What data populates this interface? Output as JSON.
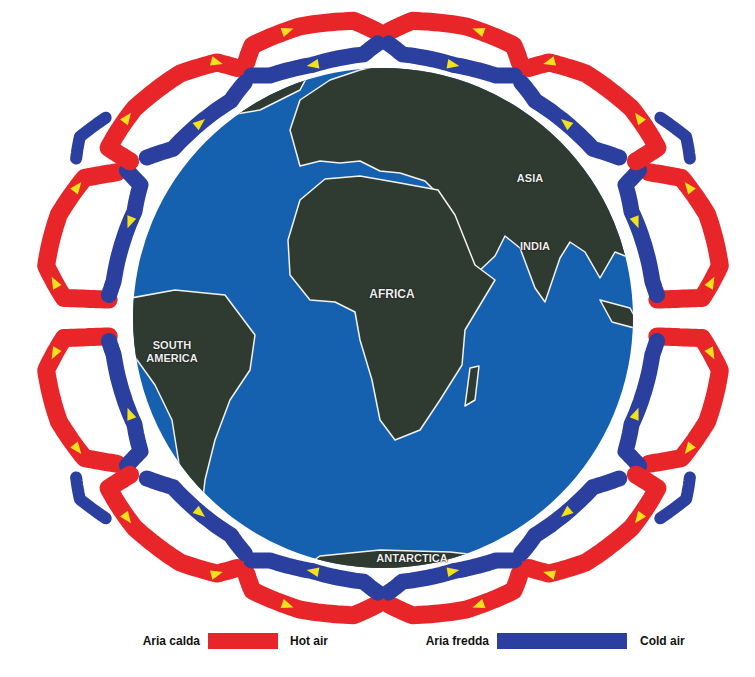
{
  "diagram": {
    "labels": [
      "ASIA",
      "INDIA",
      "AFRICA",
      "SOUTH AMERICA",
      "ANTARCTICA",
      "Hot air",
      "Cold air"
    ],
    "legend": [
      {
        "text": "Aria calda",
        "color": "#e8262a"
      },
      {
        "text": "Aria fredda",
        "color": "#2b3f9e"
      }
    ]
  }
}
